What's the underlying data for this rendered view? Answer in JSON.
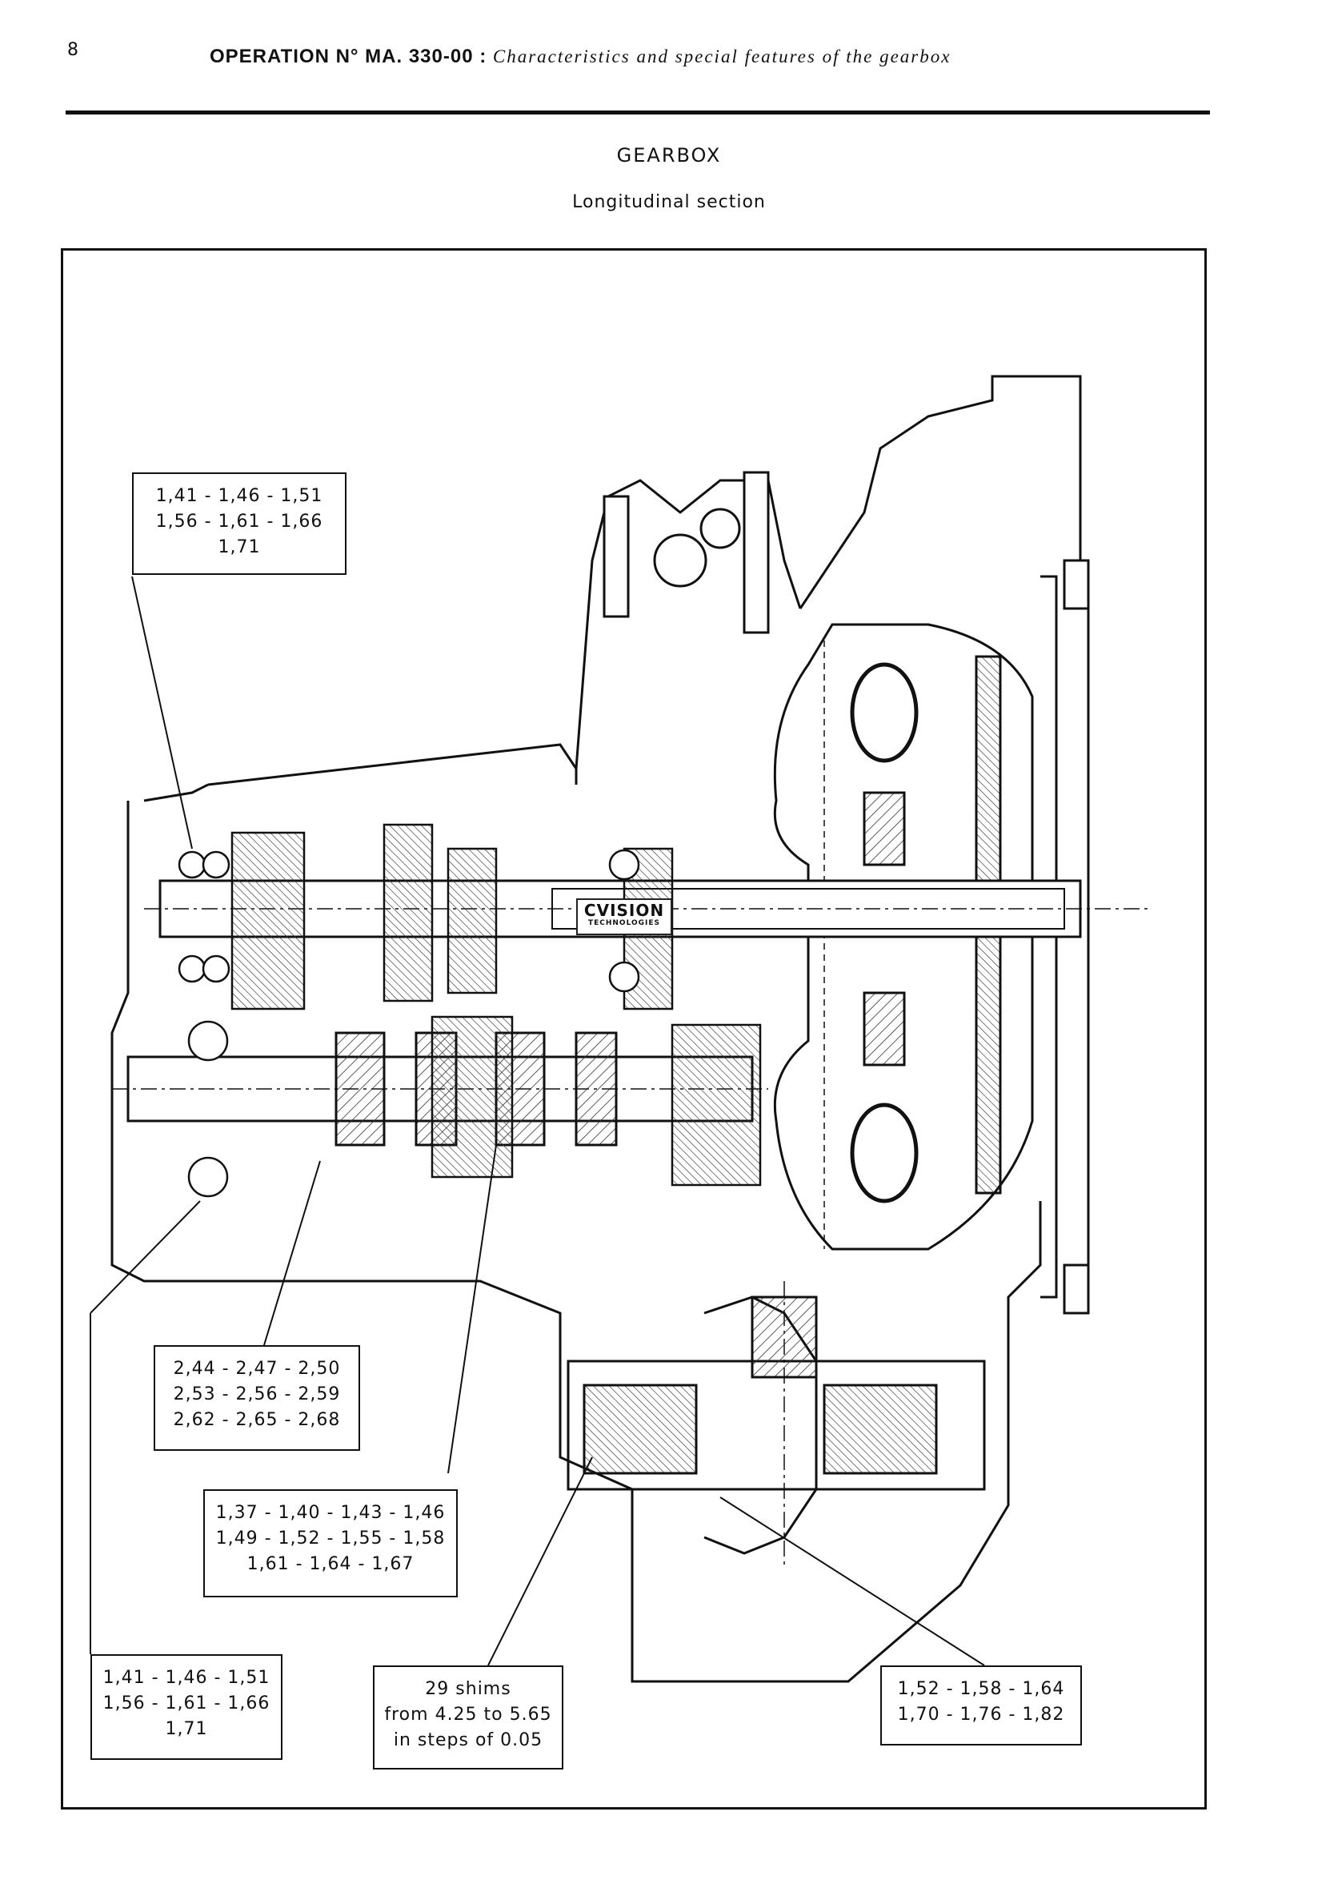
{
  "header": {
    "page_number": "8",
    "operation": "OPERATION N° MA. 330-00 :",
    "subtitle": "Characteristics and special features of the gearbox"
  },
  "diagram": {
    "title": "GEARBOX",
    "subtitle": "Longitudinal section"
  },
  "callouts": {
    "top_left": [
      "1,41 - 1,46 - 1,51",
      "1,56 - 1,61 - 1,66",
      "1,71"
    ],
    "mid_upper": [
      "2,44 - 2,47 - 2,50",
      "2,53 - 2,56 - 2,59",
      "2,62 - 2,65 - 2,68"
    ],
    "mid_lower": [
      "1,37 - 1,40 - 1,43 - 1,46",
      "1,49 - 1,52 - 1,55 - 1,58",
      "1,61 - 1,64 - 1,67"
    ],
    "bottom_left": [
      "1,41 - 1,46 - 1,51",
      "1,56 - 1,61 - 1,66",
      "1,71"
    ],
    "bottom_center": [
      "29 shims",
      "from 4.25 to 5.65",
      "in steps of 0.05"
    ],
    "bottom_right": [
      "1,52 - 1,58 - 1,64",
      "1,70 - 1,76 - 1,82"
    ]
  },
  "watermark": {
    "main": "CVISION",
    "sub": "TECHNOLOGIES"
  }
}
